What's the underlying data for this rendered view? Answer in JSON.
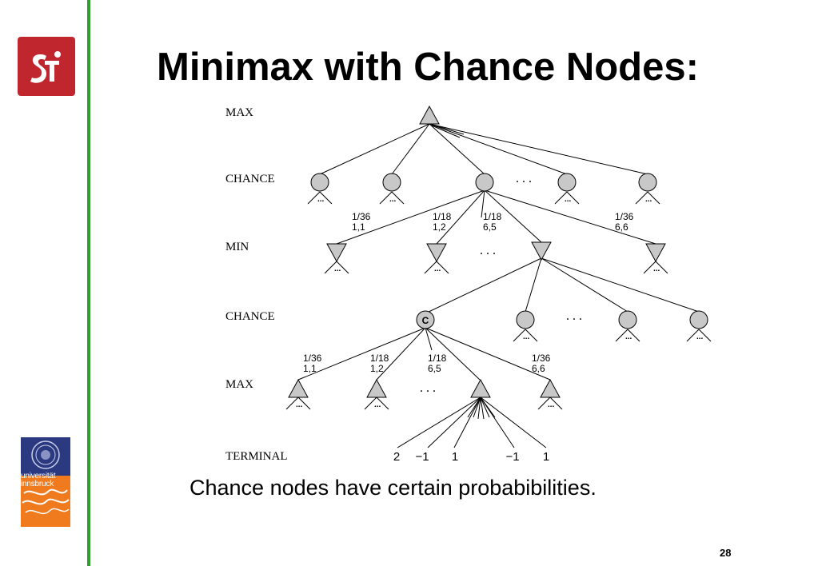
{
  "slide": {
    "title": "Minimax with Chance Nodes:",
    "caption": "Chance nodes have certain probabibilities.",
    "page_number": "28",
    "accent_color": "#2da12d",
    "logo_color": "#c0262d"
  },
  "university_logo": {
    "line1": "universität",
    "line2": "innsbruck"
  },
  "diagram": {
    "levels": [
      "MAX",
      "CHANCE",
      "MIN",
      "CHANCE",
      "MAX",
      "TERMINAL"
    ],
    "upper_branch_labels": [
      {
        "prob": "1/36",
        "roll": "1,1"
      },
      {
        "prob": "1/18",
        "roll": "1,2"
      },
      {
        "prob": "1/18",
        "roll": "6,5"
      },
      {
        "prob": "1/36",
        "roll": "6,6"
      }
    ],
    "lower_branch_labels": [
      {
        "prob": "1/36",
        "roll": "1,1"
      },
      {
        "prob": "1/18",
        "roll": "1,2"
      },
      {
        "prob": "1/18",
        "roll": "6,5"
      },
      {
        "prob": "1/36",
        "roll": "6,6"
      }
    ],
    "chance_marker": "C",
    "ellipsis": ". . .",
    "subtree_marker": "...",
    "terminal_values": [
      "2",
      "−1",
      "1",
      "−1",
      "1"
    ]
  }
}
